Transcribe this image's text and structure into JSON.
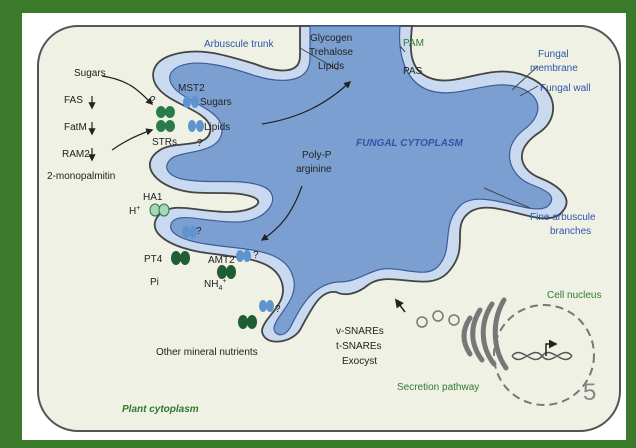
{
  "background_color": "#3b7a2b",
  "colors": {
    "cell_fill": "#eef1e4",
    "fungus_fill": "#7b9fd0",
    "fungal_wall": "#c9d9ef",
    "transporter_green": "#2a7b4a",
    "transporter_blue": "#5e95cf",
    "text_blue": "#2d56a8",
    "text_green": "#2f7a2f"
  },
  "labels": {
    "arbuscule_trunk": "Arbuscule trunk",
    "glycogen": "Glycogen",
    "trehalose": "Trehalose",
    "lipids_top": "Lipids",
    "pam": "PAM",
    "pas": "PAS",
    "fungal_membrane_1": "Fungal",
    "fungal_membrane_2": "membrane",
    "fungal_wall": "Fungal wall",
    "sugars_left": "Sugars",
    "fas": "FAS",
    "fatm": "FatM",
    "ram2": "RAM2",
    "monopalmitin": "2-monopalmitin",
    "mst2": "MST2",
    "sugars_mst2": "Sugars",
    "strs": "STRs",
    "lipids_str": "Lipids",
    "q1": "?",
    "q2": "?",
    "q3": "?",
    "q4": "?",
    "q5": "?",
    "polyp_1": "Poly-P",
    "polyp_2": "arginine",
    "fungal_cytoplasm": "FUNGAL CYTOPLASM",
    "fine_branches_1": "Fine arbuscule",
    "fine_branches_2": "branches",
    "ha1": "HA1",
    "hplus": "H",
    "pt4": "PT4",
    "pi": "Pi",
    "amt2": "AMT2",
    "nh4": "NH",
    "other_minerals": "Other mineral nutrients",
    "cell_nucleus": "Cell nucleus",
    "vsnares": "v-SNAREs",
    "tsnares": "t-SNAREs",
    "exocyst": "Exocyst",
    "secretion": "Secretion pathway",
    "plant_cytoplasm": "Plant cytoplasm",
    "slide_number": "5"
  }
}
